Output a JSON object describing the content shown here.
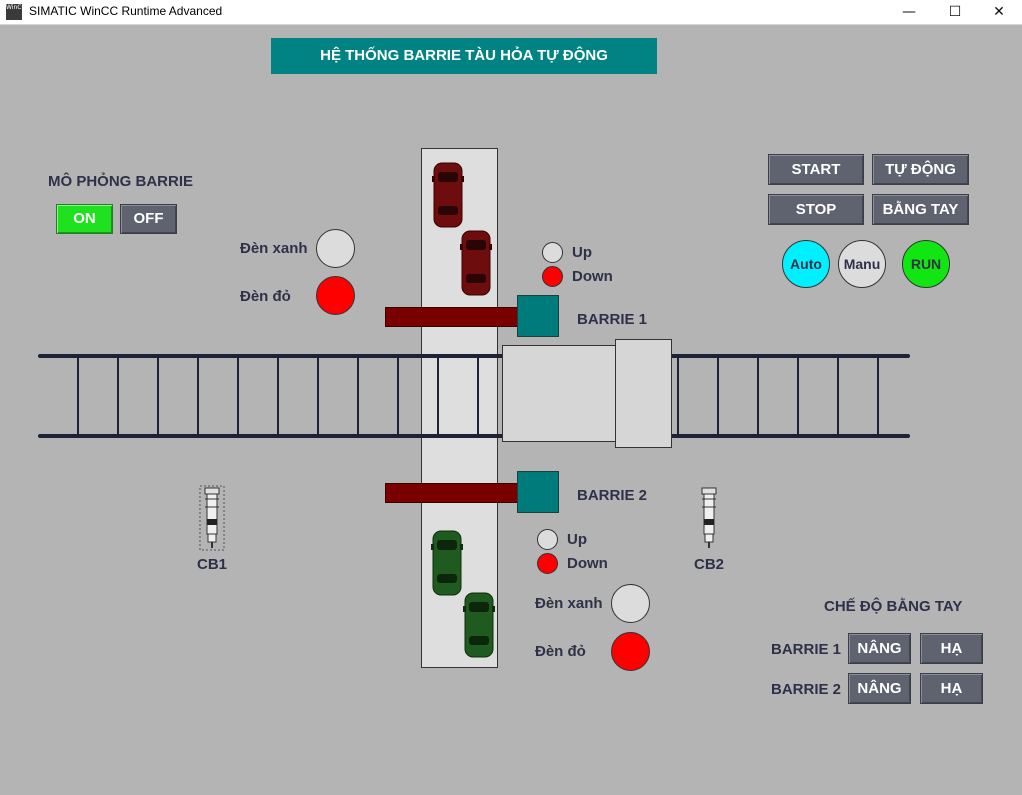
{
  "window": {
    "title": "SIMATIC WinCC Runtime Advanced",
    "icon_text": "WinCC",
    "minimize": "—",
    "maximize": "☐",
    "close": "✕"
  },
  "header": {
    "title": "HỆ THỐNG BARRIE TÀU HỎA TỰ ĐỘNG"
  },
  "simulation": {
    "label": "MÔ PHỎNG BARRIE",
    "on": "ON",
    "off": "OFF"
  },
  "controls": {
    "start": "START",
    "auto_mode": "TỰ ĐỘNG",
    "stop": "STOP",
    "manual_mode": "BẰNG TAY",
    "indicators": {
      "auto": "Auto",
      "manu": "Manu",
      "run": "RUN"
    }
  },
  "lights_top": {
    "green_label": "Đèn xanh",
    "red_label": "Đèn đỏ"
  },
  "lights_bottom": {
    "green_label": "Đèn xanh",
    "red_label": "Đèn đỏ"
  },
  "barrier1": {
    "label": "BARRIE 1",
    "up": "Up",
    "down": "Down"
  },
  "barrier2": {
    "label": "BARRIE 2",
    "up": "Up",
    "down": "Down"
  },
  "sensors": {
    "cb1": "CB1",
    "cb2": "CB2"
  },
  "manual_panel": {
    "title": "CHẾ ĐỘ BẰNG TAY",
    "rows": [
      {
        "label": "BARRIE 1",
        "raise": "NÂNG",
        "lower": "HẠ"
      },
      {
        "label": "BARRIE 2",
        "raise": "NÂNG",
        "lower": "HẠ"
      }
    ]
  },
  "colors": {
    "banner": "#028383",
    "lamp_off": "#dcdcdc",
    "lamp_red": "#ff0000",
    "lamp_auto": "#00f0ff",
    "lamp_run": "#12e612",
    "button_on": "#1fe11f",
    "car_red": "#6d0d0d",
    "car_green": "#1f5a1f",
    "barrier_arm": "#7a0000",
    "barrier_post": "#007b7b"
  }
}
